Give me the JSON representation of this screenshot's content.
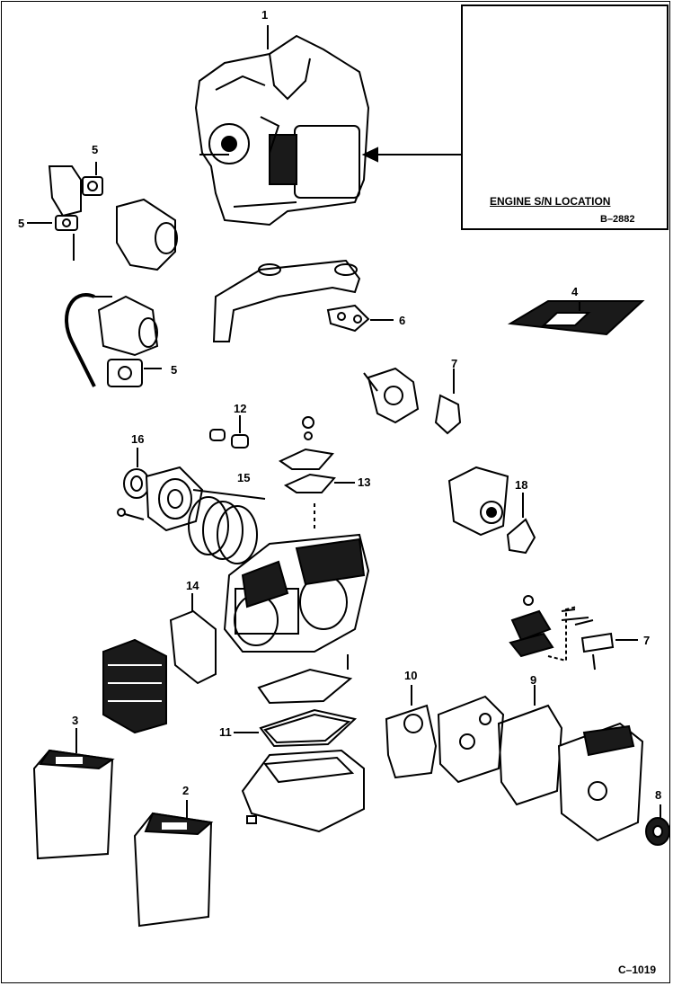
{
  "callouts": {
    "c1": "1",
    "c2": "2",
    "c3": "3",
    "c4": "4",
    "c5a": "5",
    "c5b": "5",
    "c5c": "5",
    "c6": "6",
    "c7a": "7",
    "c7b": "7",
    "c8": "8",
    "c9": "9",
    "c10": "10",
    "c11": "11",
    "c12": "12",
    "c13": "13",
    "c14": "14",
    "c15": "15",
    "c16": "16",
    "c18": "18"
  },
  "inset": {
    "title": "ENGINE S/N LOCATION",
    "code": "B–2882"
  },
  "figure_code": "C–1019",
  "colors": {
    "ink": "#000000",
    "paper": "#ffffff",
    "fill_dark": "#1a1a1a"
  }
}
